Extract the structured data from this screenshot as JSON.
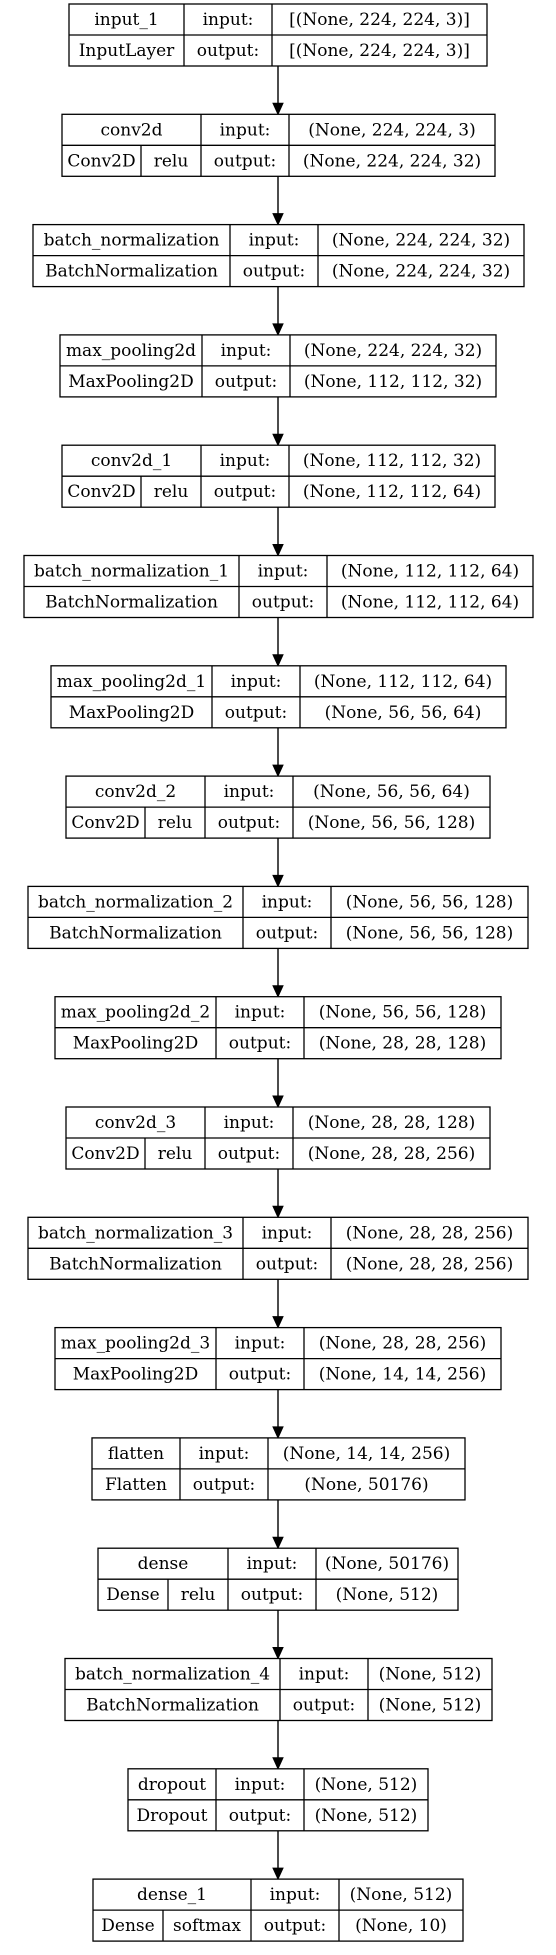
{
  "layers": [
    {
      "name": "input_1",
      "type": "InputLayer",
      "activation": "",
      "input": "[(None, 224, 224, 3)]",
      "output": "[(None, 224, 224, 3)]"
    },
    {
      "name": "conv2d",
      "type": "Conv2D",
      "activation": "relu",
      "input": "(None, 224, 224, 3)",
      "output": "(None, 224, 224, 32)"
    },
    {
      "name": "batch_normalization",
      "type": "BatchNormalization",
      "activation": "",
      "input": "(None, 224, 224, 32)",
      "output": "(None, 224, 224, 32)"
    },
    {
      "name": "max_pooling2d",
      "type": "MaxPooling2D",
      "activation": "",
      "input": "(None, 224, 224, 32)",
      "output": "(None, 112, 112, 32)"
    },
    {
      "name": "conv2d_1",
      "type": "Conv2D",
      "activation": "relu",
      "input": "(None, 112, 112, 32)",
      "output": "(None, 112, 112, 64)"
    },
    {
      "name": "batch_normalization_1",
      "type": "BatchNormalization",
      "activation": "",
      "input": "(None, 112, 112, 64)",
      "output": "(None, 112, 112, 64)"
    },
    {
      "name": "max_pooling2d_1",
      "type": "MaxPooling2D",
      "activation": "",
      "input": "(None, 112, 112, 64)",
      "output": "(None, 56, 56, 64)"
    },
    {
      "name": "conv2d_2",
      "type": "Conv2D",
      "activation": "relu",
      "input": "(None, 56, 56, 64)",
      "output": "(None, 56, 56, 128)"
    },
    {
      "name": "batch_normalization_2",
      "type": "BatchNormalization",
      "activation": "",
      "input": "(None, 56, 56, 128)",
      "output": "(None, 56, 56, 128)"
    },
    {
      "name": "max_pooling2d_2",
      "type": "MaxPooling2D",
      "activation": "",
      "input": "(None, 56, 56, 128)",
      "output": "(None, 28, 28, 128)"
    },
    {
      "name": "conv2d_3",
      "type": "Conv2D",
      "activation": "relu",
      "input": "(None, 28, 28, 128)",
      "output": "(None, 28, 28, 256)"
    },
    {
      "name": "batch_normalization_3",
      "type": "BatchNormalization",
      "activation": "",
      "input": "(None, 28, 28, 256)",
      "output": "(None, 28, 28, 256)"
    },
    {
      "name": "max_pooling2d_3",
      "type": "MaxPooling2D",
      "activation": "",
      "input": "(None, 28, 28, 256)",
      "output": "(None, 14, 14, 256)"
    },
    {
      "name": "flatten",
      "type": "Flatten",
      "activation": "",
      "input": "(None, 14, 14, 256)",
      "output": "(None, 50176)"
    },
    {
      "name": "dense",
      "type": "Dense",
      "activation": "relu",
      "input": "(None, 50176)",
      "output": "(None, 512)"
    },
    {
      "name": "batch_normalization_4",
      "type": "BatchNormalization",
      "activation": "",
      "input": "(None, 512)",
      "output": "(None, 512)"
    },
    {
      "name": "dropout",
      "type": "Dropout",
      "activation": "",
      "input": "(None, 512)",
      "output": "(None, 512)"
    },
    {
      "name": "dense_1",
      "type": "Dense",
      "activation": "softmax",
      "input": "(None, 512)",
      "output": "(None, 10)"
    }
  ],
  "labels": {
    "input": "input:",
    "output": "output:"
  }
}
